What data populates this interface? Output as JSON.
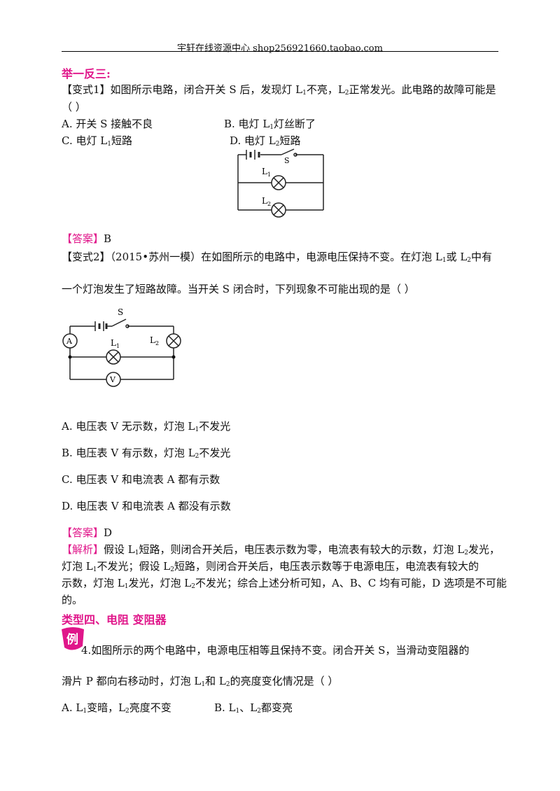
{
  "header": {
    "text": "宇轩在线资源中心   shop256921660.taobao.com"
  },
  "section1": {
    "title": "举一反三:"
  },
  "variant1": {
    "tag": "【变式1】",
    "q_part1": "如图所示电路，闭合开关 S 后，发现灯 L",
    "q_part2": "不亮，L",
    "q_part3": "正常发光。此电路的故障可能是",
    "blank": "（        ）",
    "opt_a": "A.  开关 S 接触不良",
    "opt_b_pre": "B.  电灯 L",
    "opt_b_post": "灯丝断了",
    "opt_c_pre": "C.  电灯 L",
    "opt_c_post": "短路",
    "opt_d_pre": "D.  电灯 L",
    "opt_d_post": "短路",
    "answer_tag": "【答案】",
    "answer": "B",
    "diagram": {
      "switch_label": "S",
      "lamp1_label": "L",
      "lamp2_label": "L"
    }
  },
  "variant2": {
    "tag": "【变式2】",
    "q_line1_pre": "（2015•苏州一模）在如图所示的电路中，电源电压保持不变。在灯泡 L",
    "q_line1_mid": "或 L",
    "q_line1_post": "中有",
    "q_line2": "一个灯泡发生了短路故障。当开关 S 闭合时，下列现象不可能出现的是（        ）",
    "opt_a_pre": "A.  电压表 V 无示数，灯泡 L",
    "opt_a_post": "不发光",
    "opt_b_pre": "B.  电压表 V 有示数，灯泡 L",
    "opt_b_post": "不发光",
    "opt_c": "C.  电压表 V 和电流表 A 都有示数",
    "opt_d": "D.  电压表 V 和电流表 A 都没有示数",
    "answer_tag": "【答案】",
    "answer": "D",
    "analysis_tag": "【解析】",
    "analysis_l1_a": "假设 L",
    "analysis_l1_b": "短路，则闭合开关后，电压表示数为零，电流表有较大的示数，灯泡 L",
    "analysis_l1_c": "发光，",
    "analysis_l2_a": "灯泡 L",
    "analysis_l2_b": "不发光；假设 L",
    "analysis_l2_c": "短路，则闭合开关后，电压表示数等于电源电压，电流表有较大的",
    "analysis_l3_a": "示数，灯泡 L",
    "analysis_l3_b": "发光，灯泡 L",
    "analysis_l3_c": "不发光；综合上述分析可知，A、B、C 均有可能，D 选项是不可能",
    "analysis_l4": "的。",
    "diagram": {
      "switch_label": "S",
      "ammeter": "A",
      "voltmeter": "V",
      "lamp1_label": "L",
      "lamp2_label": "L"
    }
  },
  "section2": {
    "title": "类型四、电阻  变阻器"
  },
  "example4": {
    "icon_text": "例",
    "q_line1": "4.如图所示的两个电路中，电源电压相等且保持不变。闭合开关 S，当滑动变阻器的",
    "q_line2_pre": "滑片 P 都向右移动时，灯泡 L",
    "q_line2_mid": "和 L",
    "q_line2_post": "的亮度变化情况是（        ）",
    "opt_a_pre": "A.  L",
    "opt_a_mid": "变暗，L",
    "opt_a_post": "亮度不变",
    "opt_b_pre": "B.  L",
    "opt_b_mid": "、L",
    "opt_b_post": "都变亮"
  },
  "subscripts": {
    "one": "1",
    "two": "2"
  },
  "colors": {
    "accent": "#e0168a",
    "text": "#111111"
  }
}
